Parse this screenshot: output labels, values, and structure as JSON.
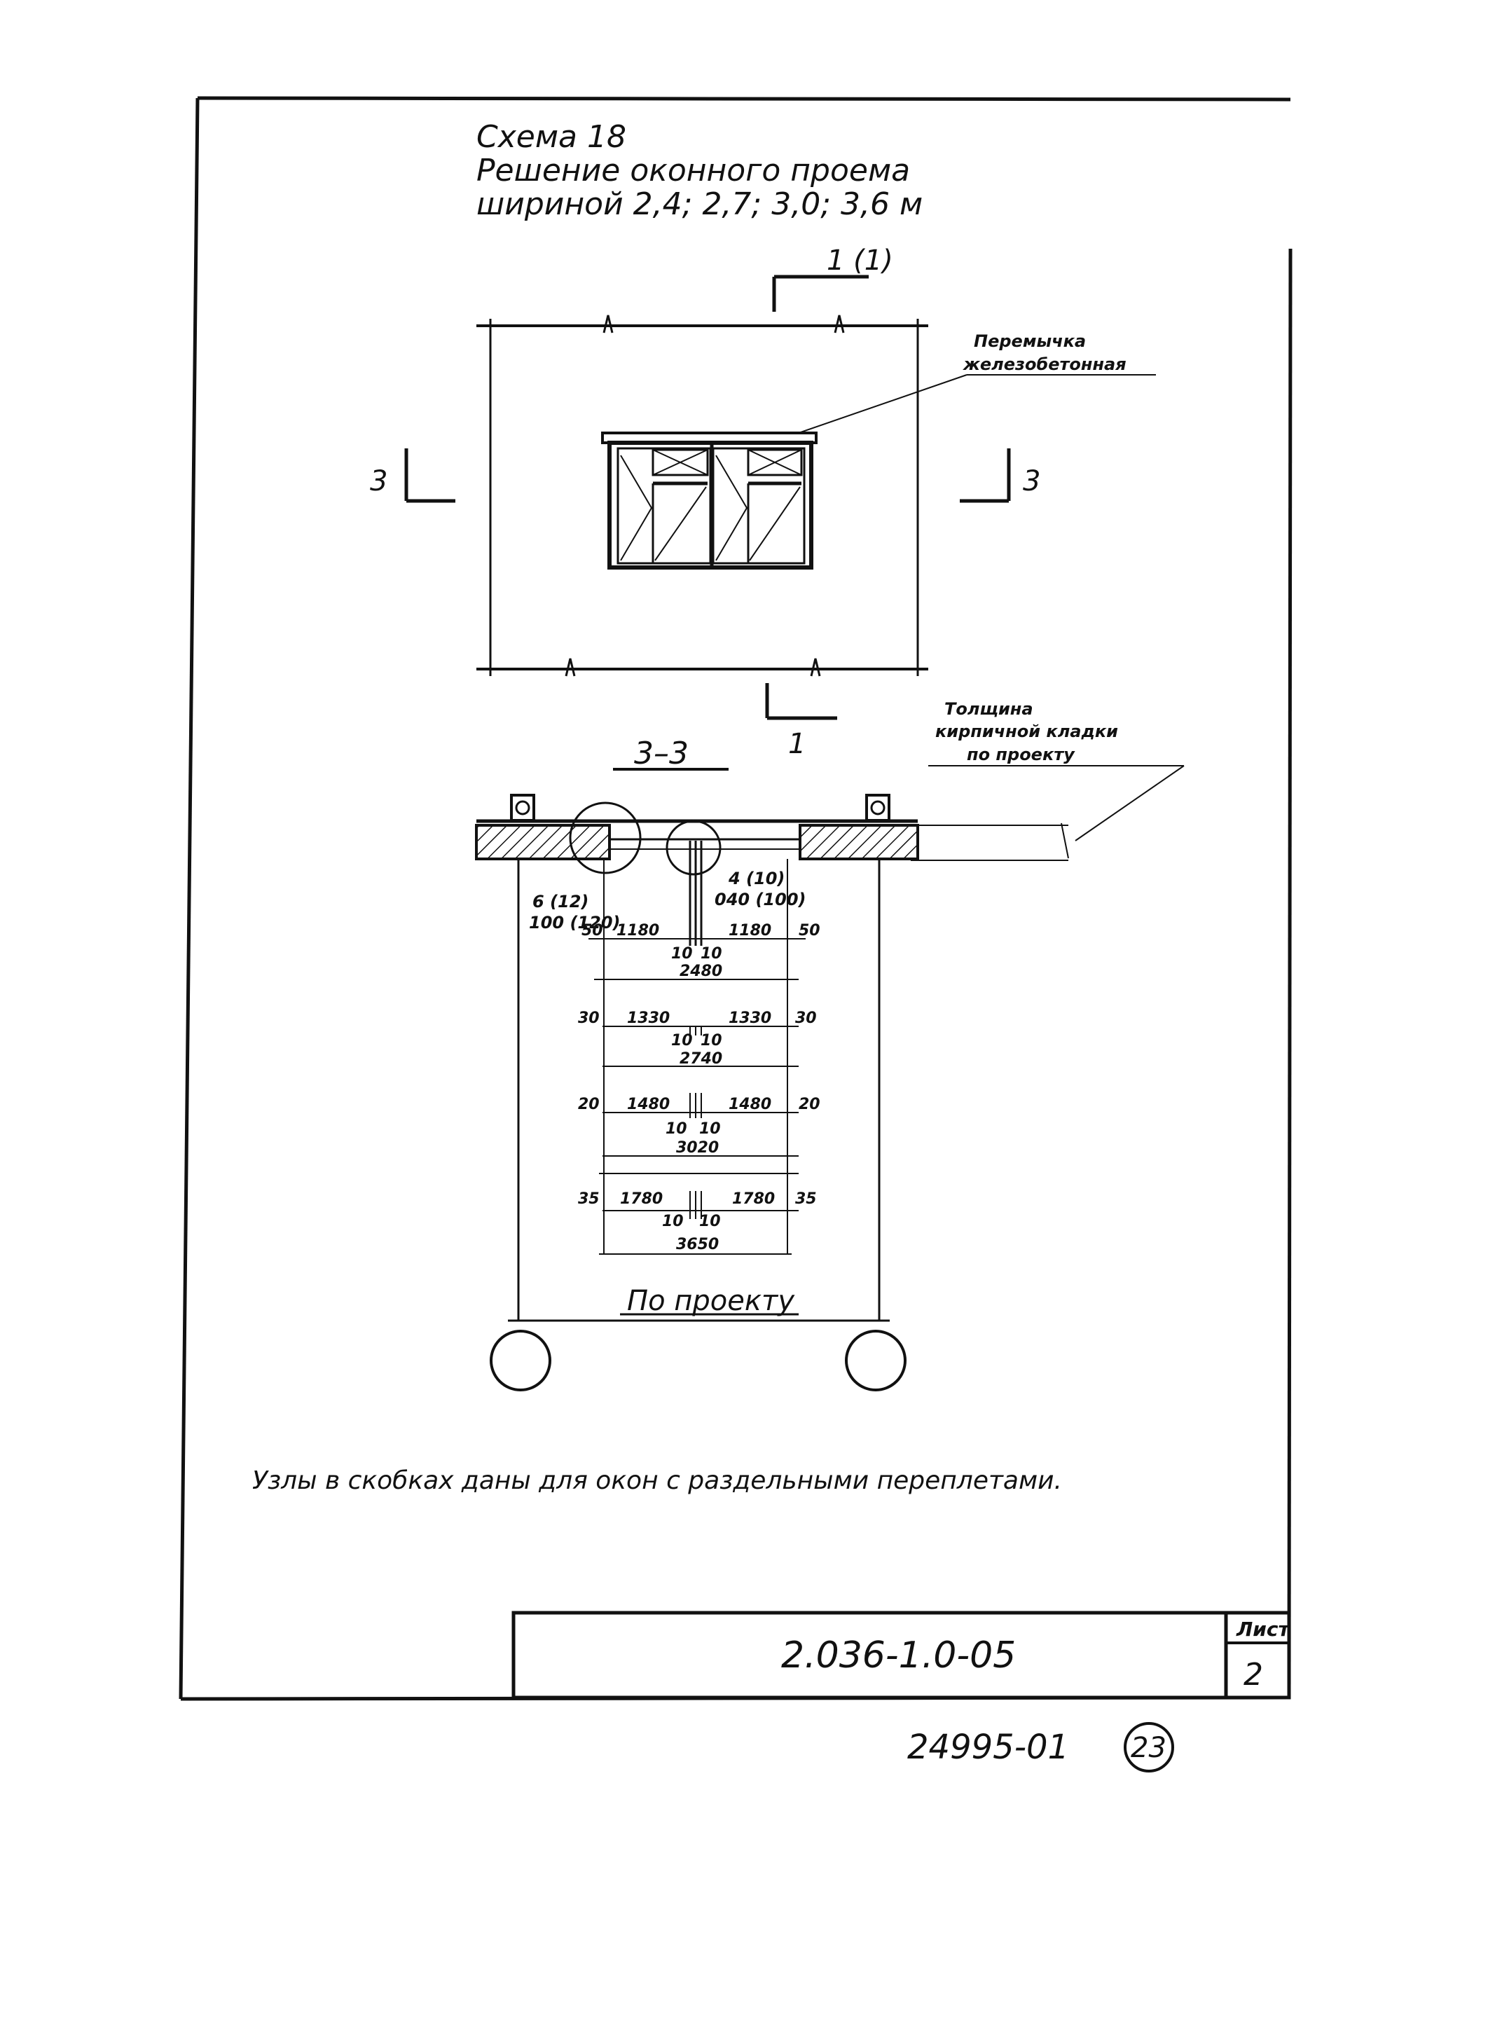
{
  "title": {
    "line1": "Схема 18",
    "line2": "Решение оконного проема",
    "line3": "шириной 2,4; 2,7; 3,0; 3,6 м"
  },
  "elevation": {
    "section_mark_top": "1 (1)",
    "section_mark_bottom": "1",
    "section_mark_left": "3",
    "section_mark_right": "3",
    "callout_line1": "Перемычка",
    "callout_line2": "железобетонная"
  },
  "section": {
    "title": "3–3",
    "thickness_line1": "Толщина",
    "thickness_line2": "кирпичной кладки",
    "thickness_line3": "по проекту",
    "node_left_1": "6 (12)",
    "node_left_2": "100 (120)",
    "node_center_1": "4 (10)",
    "node_center_2": "040 (100)",
    "rows": [
      {
        "edge_left": "50",
        "left": "1180",
        "right": "1180",
        "edge_right": "50",
        "gap_left": "10",
        "gap_right": "10",
        "total": "2480"
      },
      {
        "edge_left": "30",
        "left": "1330",
        "right": "1330",
        "edge_right": "30",
        "gap_left": "10",
        "gap_right": "10",
        "total": "2740"
      },
      {
        "edge_left": "20",
        "left": "1480",
        "right": "1480",
        "edge_right": "20",
        "gap_left": "10",
        "gap_right": "10",
        "total": "3020"
      },
      {
        "edge_left": "35",
        "left": "1780",
        "right": "1780",
        "edge_right": "35",
        "gap_left": "10",
        "gap_right": "10",
        "total": "3650"
      }
    ],
    "bottom_label": "По проекту"
  },
  "note": "Узлы в скобках даны для окон с раздельными переплетами.",
  "stamp": {
    "doc_code": "2.036-1.0-05",
    "sheet_label": "Лист",
    "sheet_number": "2"
  },
  "footer_code": "24995-01",
  "footer_page": "23"
}
